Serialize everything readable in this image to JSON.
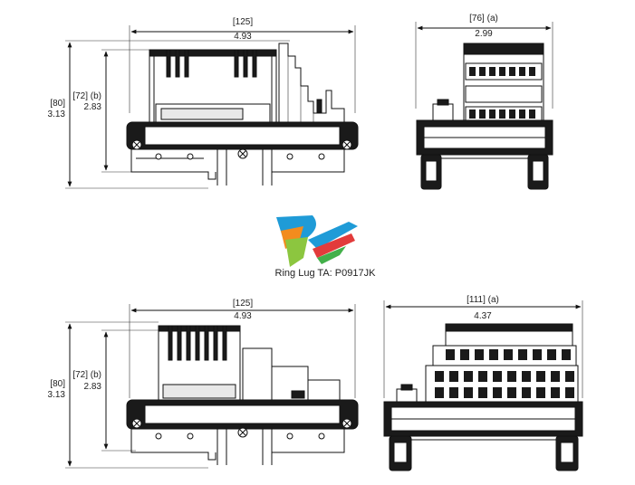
{
  "top_side_view": {
    "width_mm": "[125]",
    "width_in": "4.93",
    "height_mm": "[80]",
    "height_in": "3.13",
    "height_b_mm": "[72] (b)",
    "height_b_in": "2.83"
  },
  "top_end_view": {
    "width_mm": "[76] (a)",
    "width_in": "2.99"
  },
  "logo_caption": "Ring Lug TA: P0917JK",
  "bottom_side_view": {
    "width_mm": "[125]",
    "width_in": "4.93",
    "height_mm": "[80]",
    "height_in": "3.13",
    "height_b_mm": "[72] (b)",
    "height_b_in": "2.83"
  },
  "bottom_end_view": {
    "width_mm": "[111] (a)",
    "width_in": "4.37"
  }
}
